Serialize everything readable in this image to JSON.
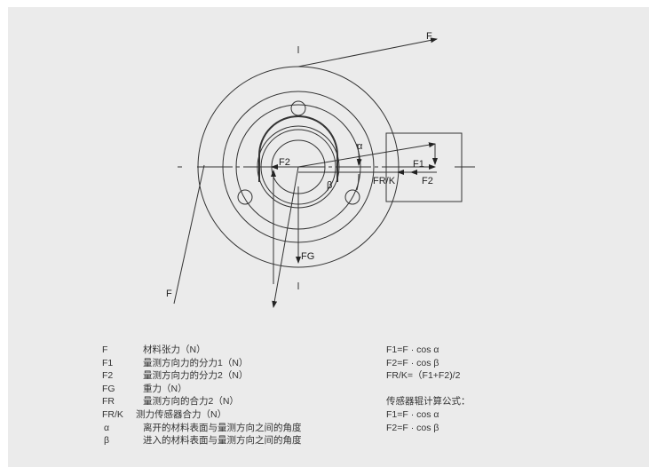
{
  "diagram_labels": {
    "F_top": "F",
    "F_left": "F",
    "F1": "F1",
    "F2_right": "F2",
    "F2_left": "F2",
    "FRK": "FR/K",
    "FG": "FG",
    "alpha": "α",
    "beta": "β"
  },
  "legend": [
    {
      "symbol": "F",
      "desc": "材料张力（N）"
    },
    {
      "symbol": "F1",
      "desc": "量测方向力的分力1（N）"
    },
    {
      "symbol": "F2",
      "desc": "量测方向力的分力2（N）"
    },
    {
      "symbol": "FG",
      "desc": "重力（N）"
    },
    {
      "symbol": "FR",
      "desc": "量测方向的合力2（N）"
    },
    {
      "symbol": "FR/K",
      "desc": "测力传感器合力（N）"
    },
    {
      "symbol": "α",
      "desc": "离开的材料表面与量测方向之间的角度"
    },
    {
      "symbol": "β",
      "desc": "进入的材料表面与量测方向之间的角度"
    }
  ],
  "formulas": [
    "F1=F · cos α",
    "F2=F · cos β",
    "FR/K=（F1+F2)/2"
  ],
  "sensor_title": "传感器辊计算公式：",
  "sensor_formulas": [
    "F1=F · cos α",
    "F2=F · cos β"
  ]
}
